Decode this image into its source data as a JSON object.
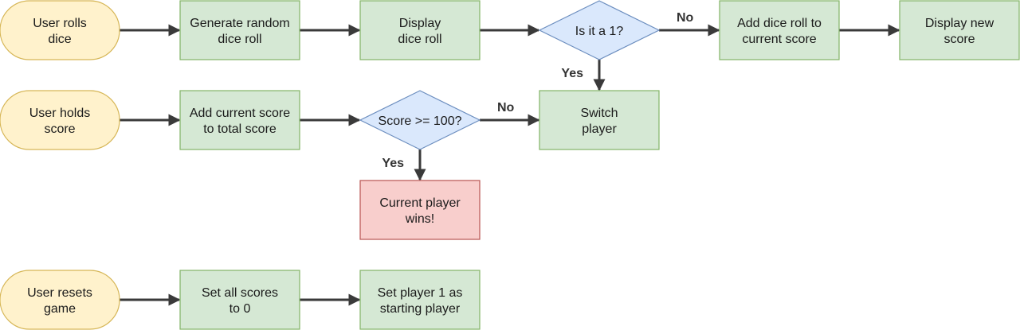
{
  "colors": {
    "start_fill": "#fff2cc",
    "start_stroke": "#d6b656",
    "process_fill": "#d5e8d4",
    "process_stroke": "#82b366",
    "decision_fill": "#dae8fc",
    "decision_stroke": "#6c8ebf",
    "end_fill": "#f8cecc",
    "end_stroke": "#b85450",
    "edge": "#3a3a3a"
  },
  "nodes": {
    "user_rolls_dice": {
      "shape": "terminal",
      "lines": [
        "User rolls",
        "dice"
      ]
    },
    "generate_random_dice_roll": {
      "shape": "process",
      "lines": [
        "Generate random",
        "dice roll"
      ]
    },
    "display_dice_roll": {
      "shape": "process",
      "lines": [
        "Display",
        "dice roll"
      ]
    },
    "is_it_a_1": {
      "shape": "decision",
      "lines": [
        "Is it a 1?"
      ]
    },
    "add_dice_roll_to_current_score": {
      "shape": "process",
      "lines": [
        "Add dice roll to",
        "current score"
      ]
    },
    "display_new_score": {
      "shape": "process",
      "lines": [
        "Display new",
        "score"
      ]
    },
    "user_holds_score": {
      "shape": "terminal",
      "lines": [
        "User holds",
        "score"
      ]
    },
    "add_current_score_to_total_score": {
      "shape": "process",
      "lines": [
        "Add current score",
        "to total score"
      ]
    },
    "score_ge_100": {
      "shape": "decision",
      "lines": [
        "Score >= 100?"
      ]
    },
    "switch_player": {
      "shape": "process",
      "lines": [
        "Switch",
        "player"
      ]
    },
    "current_player_wins": {
      "shape": "end",
      "lines": [
        "Current player",
        "wins!"
      ]
    },
    "user_resets_game": {
      "shape": "terminal",
      "lines": [
        "User resets",
        "game"
      ]
    },
    "set_all_scores_to_0": {
      "shape": "process",
      "lines": [
        "Set all scores",
        "to 0"
      ]
    },
    "set_player_1_as_starting_player": {
      "shape": "process",
      "lines": [
        "Set player 1 as",
        "starting player"
      ]
    }
  },
  "edges": [
    {
      "from": "user_rolls_dice",
      "to": "generate_random_dice_roll",
      "label": ""
    },
    {
      "from": "generate_random_dice_roll",
      "to": "display_dice_roll",
      "label": ""
    },
    {
      "from": "display_dice_roll",
      "to": "is_it_a_1",
      "label": ""
    },
    {
      "from": "is_it_a_1",
      "to": "add_dice_roll_to_current_score",
      "label": "No"
    },
    {
      "from": "add_dice_roll_to_current_score",
      "to": "display_new_score",
      "label": ""
    },
    {
      "from": "is_it_a_1",
      "to": "switch_player",
      "label": "Yes"
    },
    {
      "from": "user_holds_score",
      "to": "add_current_score_to_total_score",
      "label": ""
    },
    {
      "from": "add_current_score_to_total_score",
      "to": "score_ge_100",
      "label": ""
    },
    {
      "from": "score_ge_100",
      "to": "switch_player",
      "label": "No"
    },
    {
      "from": "score_ge_100",
      "to": "current_player_wins",
      "label": "Yes"
    },
    {
      "from": "user_resets_game",
      "to": "set_all_scores_to_0",
      "label": ""
    },
    {
      "from": "set_all_scores_to_0",
      "to": "set_player_1_as_starting_player",
      "label": ""
    }
  ]
}
